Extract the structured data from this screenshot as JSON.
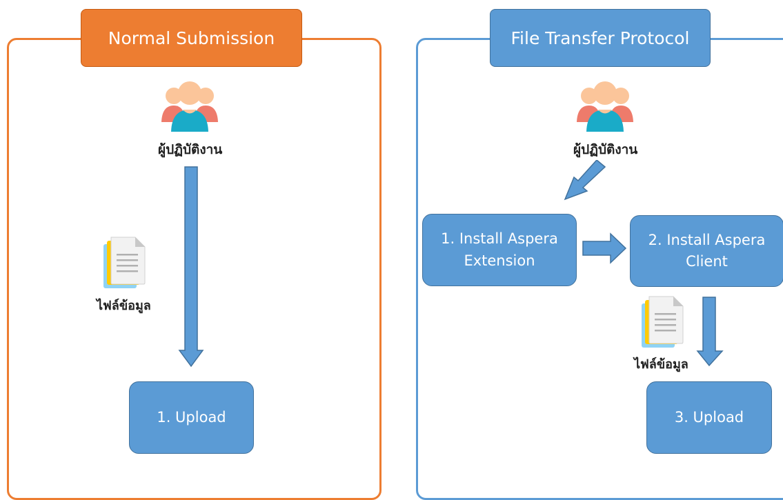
{
  "normal": {
    "title": "Normal Submission",
    "user_label": "ผู้ปฏิบัติงาน",
    "file_label": "ไฟล์ข้อมูล",
    "step1": "1. Upload"
  },
  "ftp": {
    "title": "File Transfer Protocol",
    "user_label": "ผู้ปฏิบัติงาน",
    "file_label": "ไฟล์ข้อมูล",
    "step1_line1": "1. Install Aspera",
    "step1_line2": "Extension",
    "step2_line1": "2. Install Aspera",
    "step2_line2": "Client",
    "step3": "3. Upload"
  },
  "colors": {
    "orange": "#ED7D31",
    "blue": "#5B9BD5",
    "user_front": "#1AABC8",
    "user_back": "#EE7B6B",
    "skin": "#FBC59A"
  },
  "icons": [
    "users-icon",
    "document-icon",
    "arrow-down-icon",
    "arrow-right-icon",
    "arrow-down-left-icon"
  ]
}
